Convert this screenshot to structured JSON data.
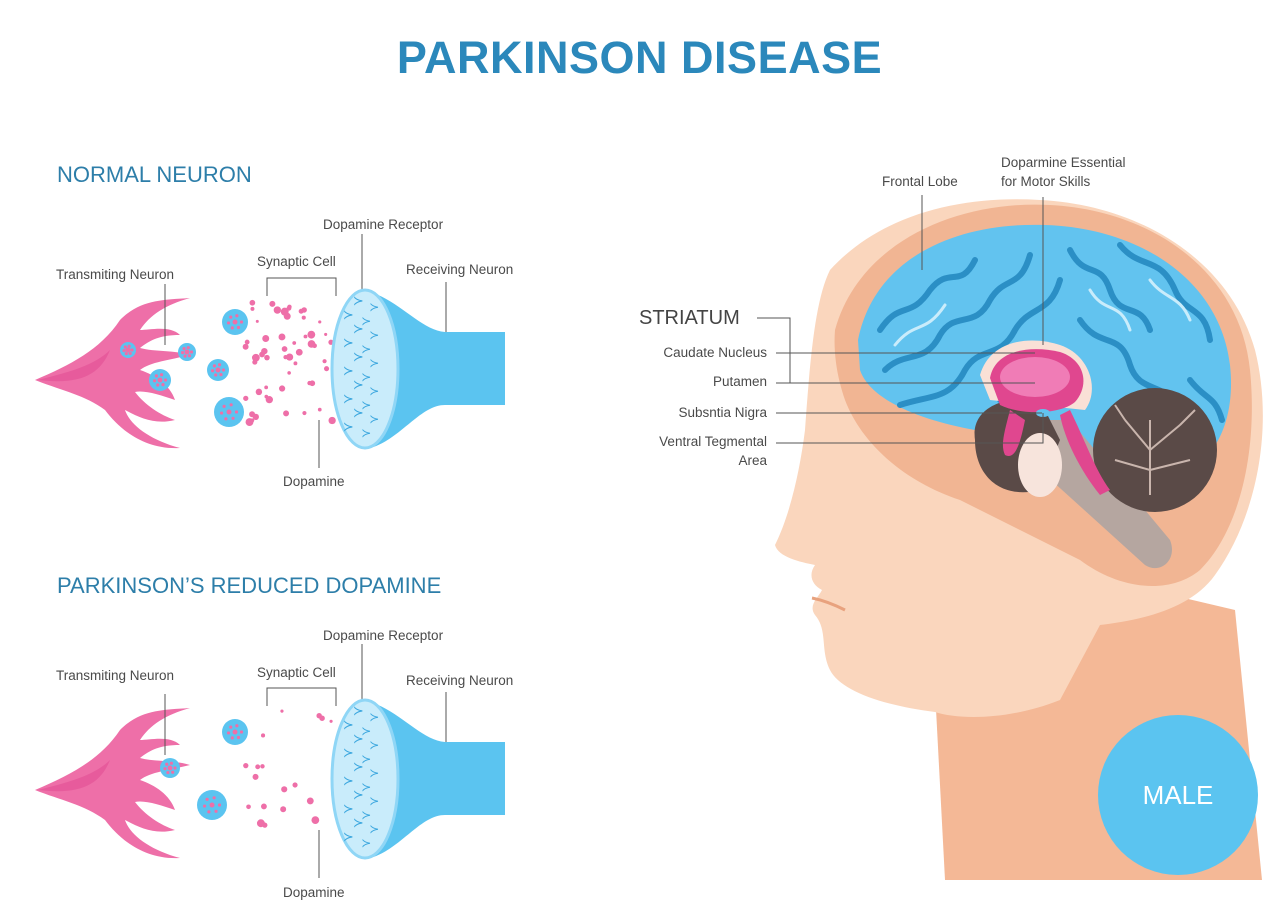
{
  "title": "PARKINSON DISEASE",
  "sections": [
    {
      "heading": "NORMAL NEURON",
      "labels": {
        "transmitting": "Transmiting Neuron",
        "synaptic": "Synaptic Cell",
        "receptor": "Dopamine Receptor",
        "receiving": "Receiving Neuron",
        "dopamine": "Dopamine"
      },
      "dopamine_level": "normal"
    },
    {
      "heading": "PARKINSON’S REDUCED DOPAMINE",
      "labels": {
        "transmitting": "Transmiting Neuron",
        "synaptic": "Synaptic Cell",
        "receptor": "Dopamine Receptor",
        "receiving": "Receiving Neuron",
        "dopamine": "Dopamine"
      },
      "dopamine_level": "reduced"
    }
  ],
  "brain": {
    "frontal_lobe": "Frontal Lobe",
    "dopamine_essential_1": "Doparmine Essential",
    "dopamine_essential_2": "for Motor Skills",
    "striatum": "STRIATUM",
    "caudate": "Caudate Nucleus",
    "putamen": "Putamen",
    "substantia": "Subsntia Nigra",
    "ventral_1": "Ventral Tegmental",
    "ventral_2": "Area",
    "badge": "MALE"
  },
  "colors": {
    "title": "#2b88bb",
    "pink": "#ee6fa8",
    "blue": "#5bc4f0",
    "skin": "#fad6bd",
    "brain": "#62c3ef"
  }
}
